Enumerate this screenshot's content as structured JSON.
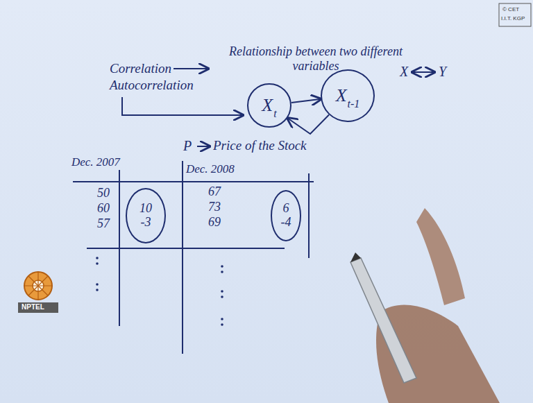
{
  "diagram": {
    "nodes": [
      {
        "text": [
          "X",
          "t"
        ]
      },
      {
        "text": [
          "X",
          "t-1"
        ]
      },
      {
        "text": [
          "10",
          "-3"
        ]
      },
      {
        "text": [
          "6",
          "-4"
        ]
      }
    ],
    "edges": [
      {
        "from": 0,
        "to": 1,
        "arrow": "to"
      },
      {
        "from": 1,
        "to": 0,
        "arrow": "to"
      }
    ],
    "labels": [
      "© CET",
      "I.I.T. KGP",
      "Correlation",
      "Relationship between two different variables",
      "X",
      "Y",
      "Autocorrelation",
      "P",
      "Price of the Stock",
      "Dec. 2007",
      "Dec. 2008",
      "50",
      "60",
      "57",
      "67",
      "73",
      "69",
      "NPTEL"
    ]
  }
}
